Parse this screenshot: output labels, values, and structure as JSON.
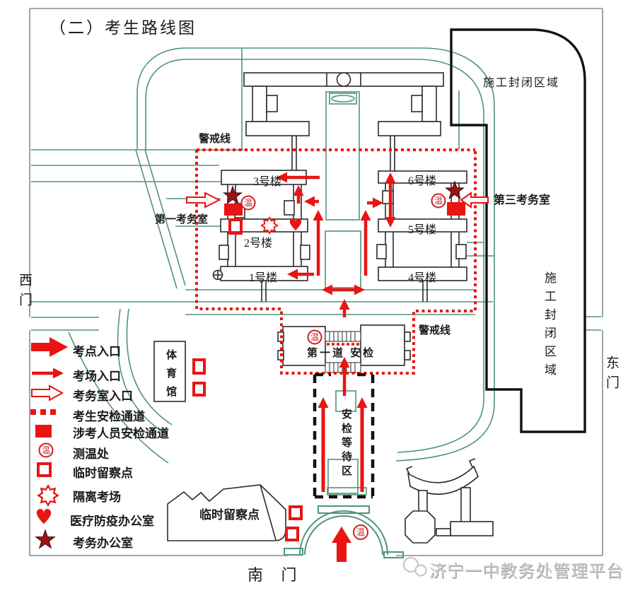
{
  "title": "（二）考生路线图",
  "map": {
    "cordon_line": "警戒线",
    "construction_zone": "施工封闭区域",
    "first_exam_office": "第一考务室",
    "third_exam_office": "第三考务室",
    "first_security_check": "第一道 安检",
    "security_wait_area": "安检等待区",
    "temp_check_char": "温",
    "buildings": {
      "b1": "1号楼",
      "b2": "2号楼",
      "b3": "3号楼",
      "b4": "4号楼",
      "b5": "5号楼",
      "b6": "6号楼",
      "gym": "体育馆",
      "observation_point": "临时留察点"
    },
    "gates": {
      "west": "西门",
      "east": "东门",
      "south": "南 门"
    }
  },
  "legend": {
    "items": [
      {
        "symbol": "thick-arrow",
        "label": "考点入口"
      },
      {
        "symbol": "thin-arrow",
        "label": "考场入口"
      },
      {
        "symbol": "hollow-arrow",
        "label": "考务室入口"
      },
      {
        "symbol": "dotted-line",
        "label": "考生安检通道"
      },
      {
        "symbol": "solid-square",
        "label": "涉考人员安检通道"
      },
      {
        "symbol": "temp-stamp",
        "label": "测温处"
      },
      {
        "symbol": "hollow-square",
        "label": "临时留察点"
      },
      {
        "symbol": "starburst",
        "label": "隔离考场"
      },
      {
        "symbol": "heart",
        "label": "医疗防疫办公室"
      },
      {
        "symbol": "star",
        "label": "考务办公室"
      }
    ]
  },
  "watermark": {
    "text": "济宁一中教务处管理平台"
  },
  "colors": {
    "route_red": "#e81513",
    "road_green": "#4f9577",
    "construction_black": "#111111",
    "seal_red": "#cc2020"
  }
}
